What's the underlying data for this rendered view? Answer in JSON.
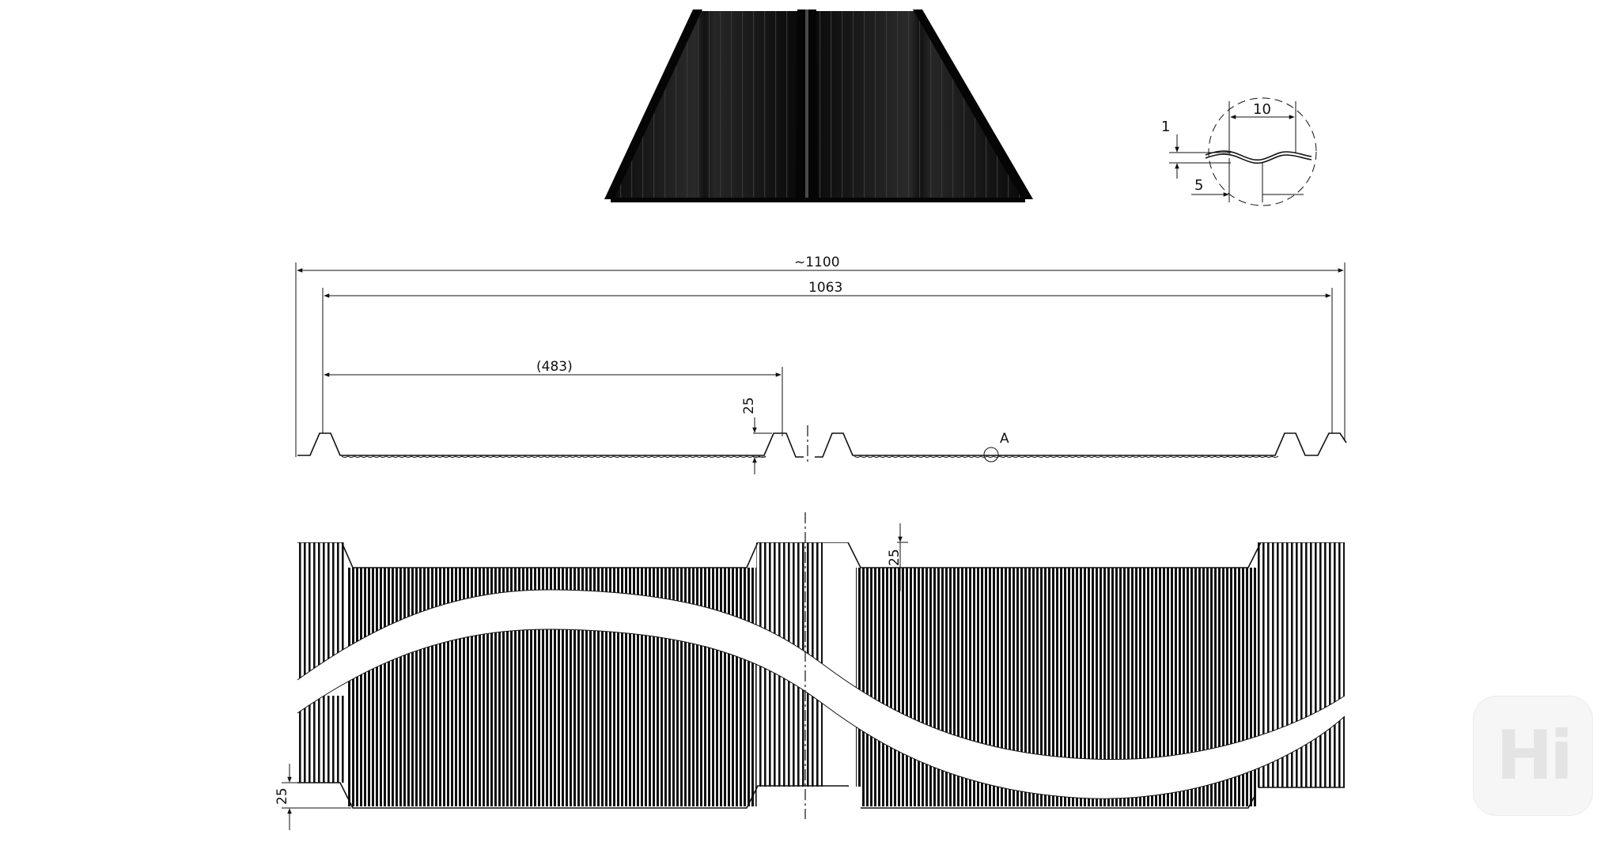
{
  "diagram": {
    "overall_width_label": "~1100",
    "cover_width_label": "1063",
    "half_width_label": "(483)",
    "rib_height_label": "25",
    "detail_marker_label": "A",
    "bottom_rib_height_label": "25",
    "side_rib_height_label": "25"
  },
  "detail": {
    "pitch_label": "10",
    "depth_label": "1",
    "half_pitch_label": "5"
  },
  "watermark": {
    "logo_text": "Hi"
  },
  "colors": {
    "line": "#111111",
    "panel_dark": "#141414",
    "background": "#ffffff"
  }
}
